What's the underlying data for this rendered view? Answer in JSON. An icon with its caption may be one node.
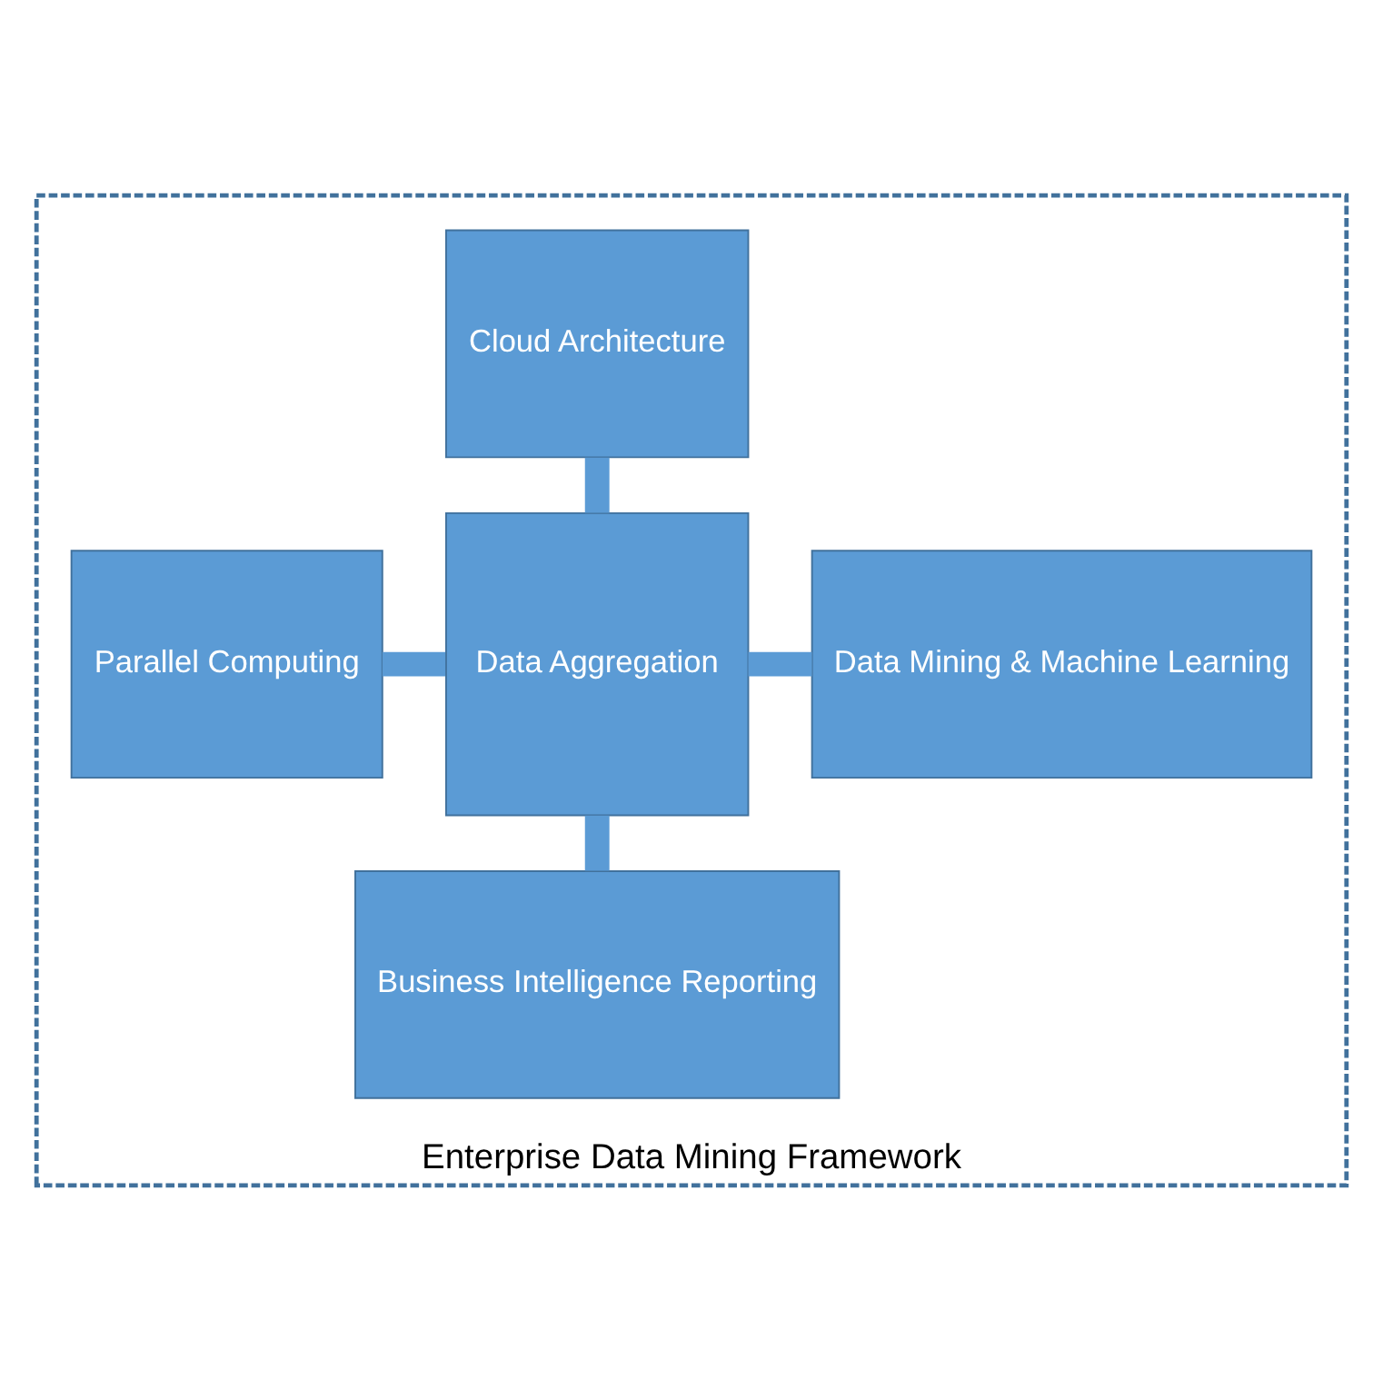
{
  "diagram": {
    "nodes": [
      {
        "text": [
          "Enterprise Data Mining Framework"
        ]
      },
      {
        "text": [
          "Cloud Architecture"
        ],
        "in": 0
      },
      {
        "text": [
          "Parallel Computing"
        ],
        "in": 0
      },
      {
        "text": [
          "Data Aggregation"
        ],
        "in": 0
      },
      {
        "text": [
          "Data Mining & Machine Learning"
        ],
        "in": 0
      },
      {
        "text": [
          "Business Intelligence Reporting"
        ],
        "in": 0
      }
    ],
    "edges": [
      {
        "from": 1,
        "to": 3,
        "arrow": "none"
      },
      {
        "from": 3,
        "to": 2,
        "arrow": "none"
      },
      {
        "from": 3,
        "to": 4,
        "arrow": "none"
      },
      {
        "from": 3,
        "to": 5,
        "arrow": "none"
      }
    ]
  }
}
